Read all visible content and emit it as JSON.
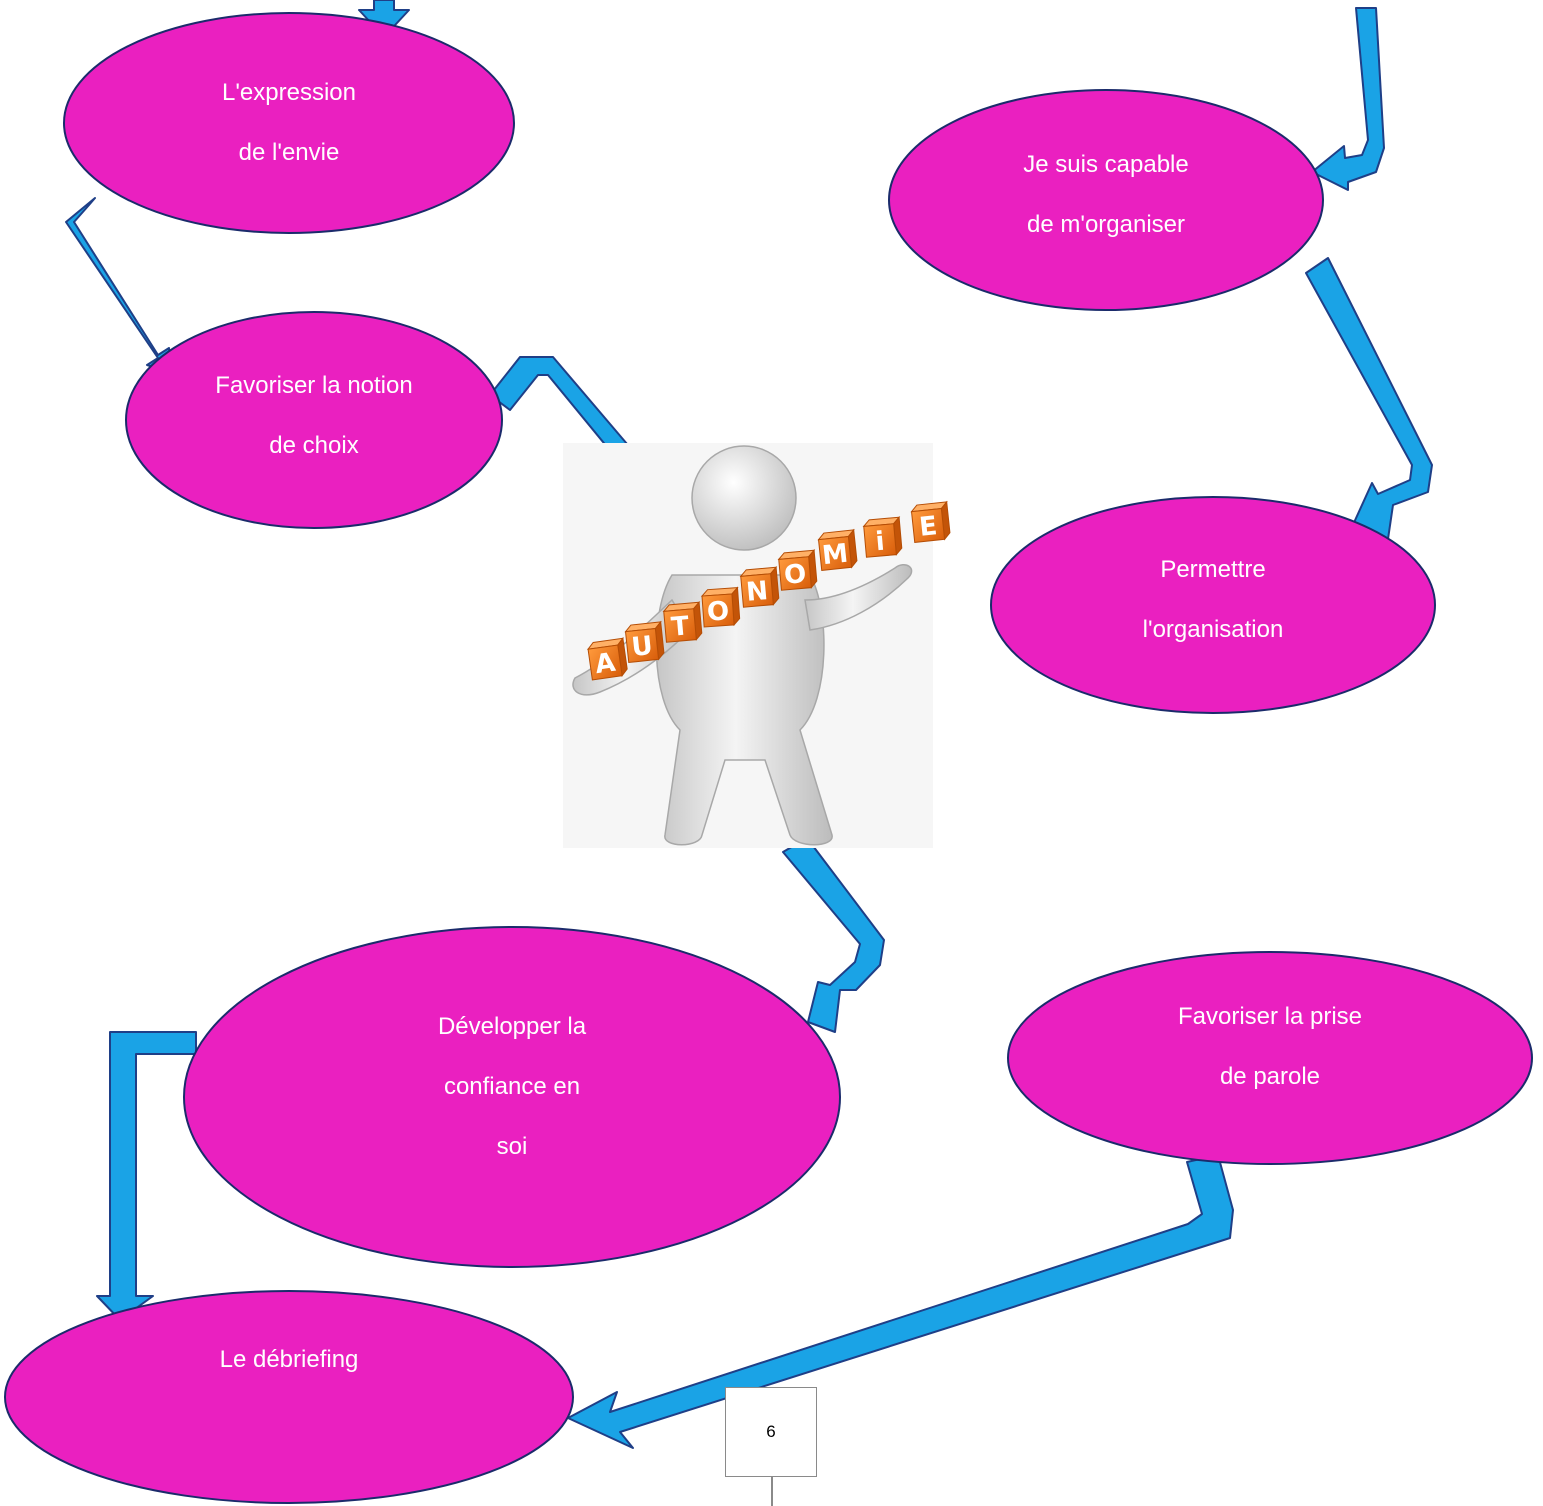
{
  "colors": {
    "node_fill": "#ea20c0",
    "node_stroke": "#1b2b6b",
    "arrow_fill": "#1aa3e6",
    "arrow_stroke": "#1f3f87",
    "cube_orange": "#f07a1e",
    "figure_gray": "#d9d9d9"
  },
  "nodes": {
    "expression": {
      "line1": "L'expression",
      "line2": "de l'envie"
    },
    "choix": {
      "line1": "Favoriser la notion",
      "line2": "de choix"
    },
    "organiser": {
      "line1": "Je suis capable",
      "line2": "de m'organiser"
    },
    "organisation": {
      "line1": "Permettre",
      "line2": "l'organisation"
    },
    "confiance": {
      "line1": "Développer la",
      "line2": "confiance en",
      "line3": "soi"
    },
    "parole": {
      "line1": "Favoriser la prise",
      "line2": "de parole"
    },
    "debriefing": {
      "line1": "Le débriefing"
    }
  },
  "central_image": {
    "icon": "figure-holding-letter-cubes",
    "letters": [
      "A",
      "U",
      "T",
      "O",
      "N",
      "O",
      "M",
      "i",
      "E"
    ]
  },
  "page_number": "6"
}
